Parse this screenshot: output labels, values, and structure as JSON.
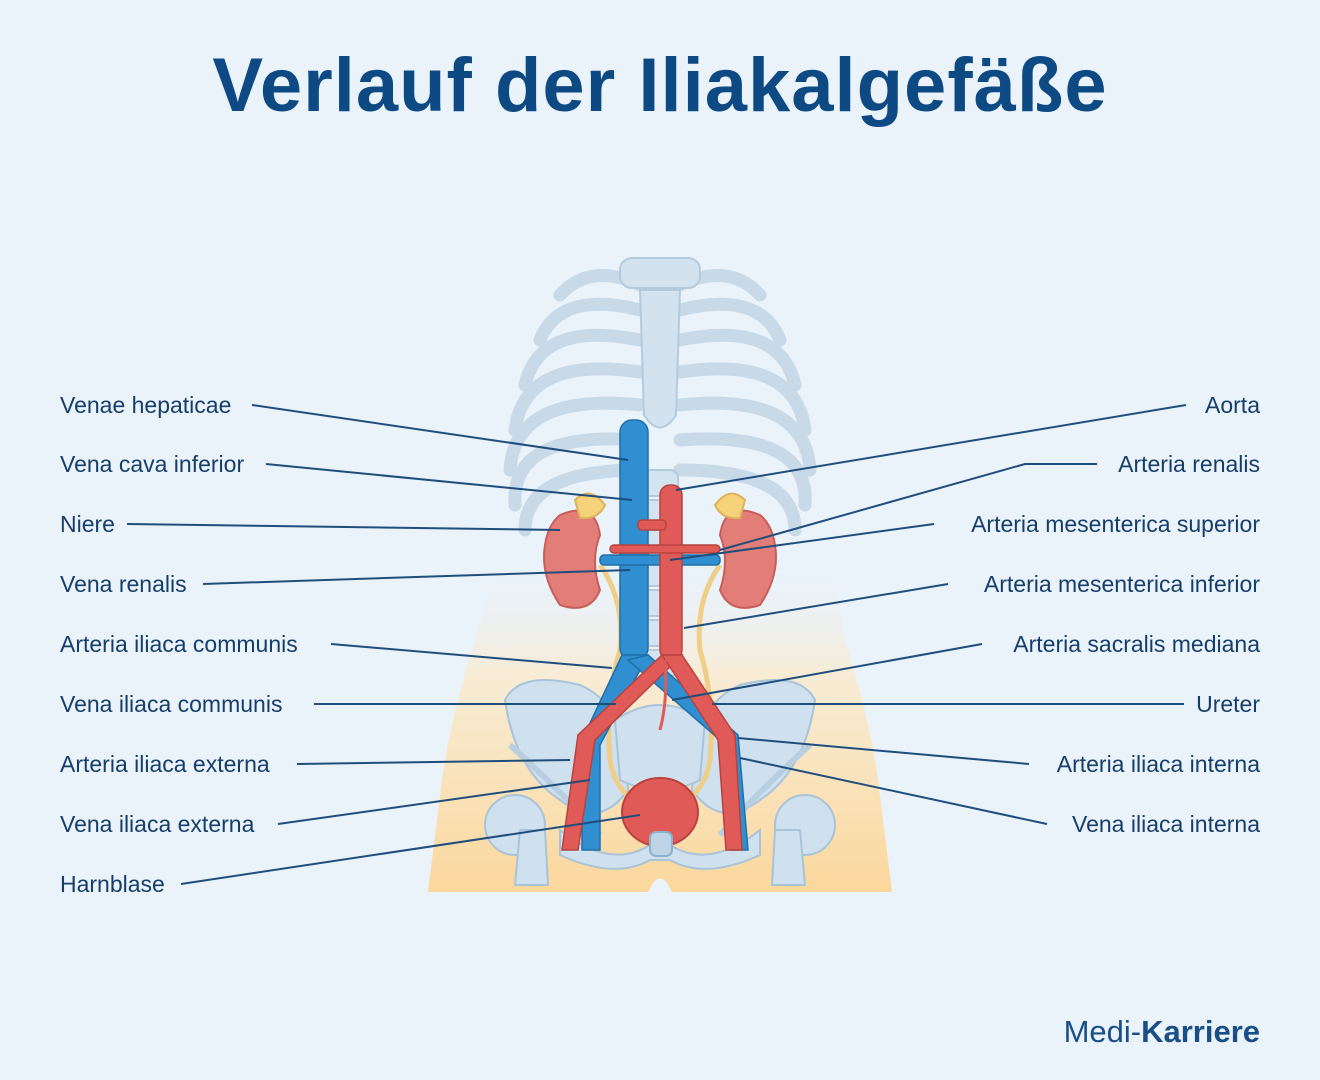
{
  "title": "Verlauf der Iliakalgefäße",
  "labels_left": [
    "Venae hepaticae",
    "Vena cava inferior",
    "Niere",
    "Vena renalis",
    "Arteria iliaca communis",
    "Vena iliaca communis",
    "Arteria iliaca externa",
    "Vena iliaca externa",
    "Harnblase"
  ],
  "labels_right": [
    "Aorta",
    "Arteria renalis",
    "Arteria mesenterica superior",
    "Arteria mesenterica inferior",
    "Arteria sacralis mediana",
    "Ureter",
    "Arteria iliaca interna",
    "Vena iliaca interna"
  ],
  "brand": {
    "part1": "Medi-",
    "part2": "Karriere"
  },
  "colors": {
    "title": "#0d4a84",
    "label": "#163e6a",
    "leader_line": "#1f4e7d",
    "artery": "#e05a57",
    "vein": "#2f8fd0",
    "kidney": "#e37d78",
    "adrenal": "#f6d27a",
    "ureter": "#f1d089",
    "bone": "#c9dcea",
    "background": "#eaf2fa"
  }
}
